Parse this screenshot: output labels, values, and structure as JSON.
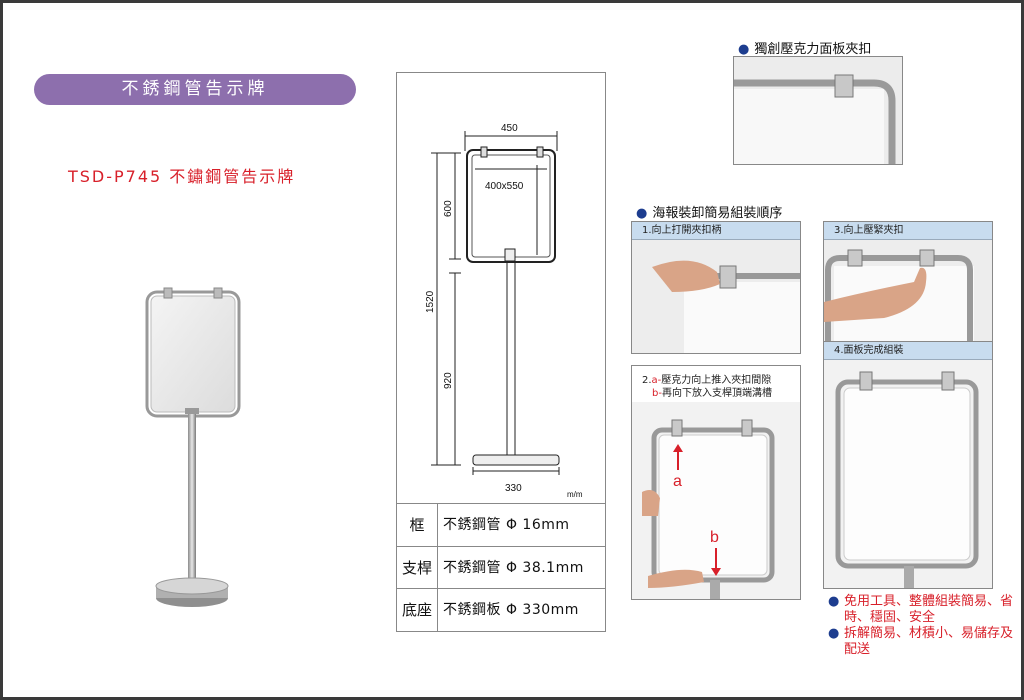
{
  "header": {
    "title": "不銹鋼管告示牌"
  },
  "product": {
    "model_line": "TSD-P745  不鏽鋼管告示牌"
  },
  "diagram": {
    "width_label": "450",
    "inner_label": "400x550",
    "frame_height_label": "600",
    "total_height_label": "1520",
    "pole_height_label": "920",
    "base_label": "330",
    "unit_label": "m/m"
  },
  "specs": [
    {
      "key": "框",
      "value": "不銹鋼管 Φ 16mm"
    },
    {
      "key": "支桿",
      "value": "不銹鋼管 Φ 38.1mm"
    },
    {
      "key": "底座",
      "value": "不銹鋼板 Φ 330mm"
    }
  ],
  "clip_section": {
    "title": "獨創壓克力面板夾扣"
  },
  "assembly": {
    "title": "海報裝卸簡易組裝順序",
    "step1": "1.向上打開夾扣柄",
    "step2_line1_prefix": "2.",
    "step2_line1_mark": "a-",
    "step2_line1_rest": "壓克力向上推入夾扣間隙",
    "step2_line2_mark": "b-",
    "step2_line2_rest": "再向下放入支桿頂端溝槽",
    "step3": "3.向上壓緊夾扣",
    "step4": "4.面板完成組裝",
    "arrow_a": "a",
    "arrow_b": "b"
  },
  "features": [
    "免用工具、整體組裝簡易、省時、穩固、安全",
    "拆解簡易、材積小、易儲存及配送"
  ],
  "colors": {
    "pill": "#8d6fad",
    "red_text": "#d8202a",
    "bullet_blue": "#1d3d8f",
    "panel_header": "#c8dcef"
  }
}
